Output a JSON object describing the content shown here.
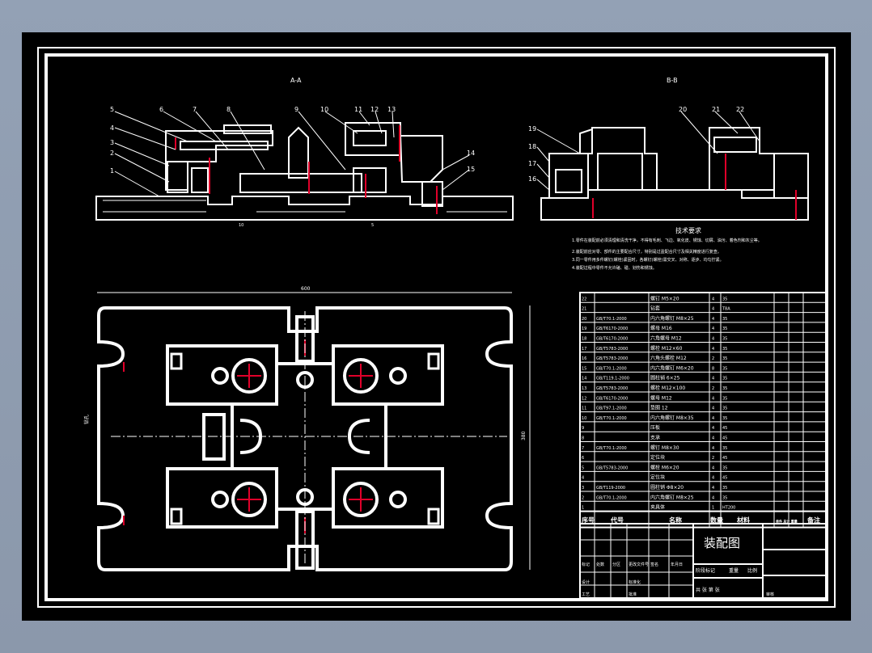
{
  "drawing": {
    "background": "#000000",
    "line_color": "#ffffff",
    "accent_red": "#e0002a",
    "views": {
      "section_a": {
        "label": "A-A"
      },
      "section_b": {
        "label": "B-B"
      }
    },
    "dimensions": {
      "top_width": "600",
      "right_height": "380",
      "left_label": "钻孔",
      "dim_small_1": "10",
      "dim_small_2": "5"
    },
    "callouts": [
      "1",
      "2",
      "3",
      "4",
      "5",
      "6",
      "7",
      "8",
      "9",
      "10",
      "11",
      "12",
      "13",
      "14",
      "15",
      "16",
      "17",
      "18",
      "19",
      "20",
      "21",
      "22"
    ],
    "tech_requirements": {
      "title": "技术要求",
      "lines": [
        "1.零件在装配前必须清理和清洗干净，不得有毛刺、飞边、氧化皮、锈蚀、切屑、油污、着色剂和灰尘等。",
        "2.装配前应对零、部件的主要配合尺寸，特别是过盈配合尺寸及相关精度进行复查。",
        "3.同一零件用多件螺钉(螺栓)紧固时，各螺钉(螺栓)需交叉、对称、逐步、均匀拧紧。",
        "4.装配过程中零件不允许磕、碰、划伤和锈蚀。"
      ]
    },
    "parts_rows": [
      {
        "no": "22",
        "code": "",
        "name": "螺钉 M5×20",
        "qty": "4",
        "mat": "35"
      },
      {
        "no": "21",
        "code": "",
        "name": "钻套",
        "qty": "4",
        "mat": "T8A"
      },
      {
        "no": "20",
        "code": "GB/T70.1-2000",
        "name": "内六角螺钉 M8×25",
        "qty": "4",
        "mat": "35"
      },
      {
        "no": "19",
        "code": "GB/T6170-2000",
        "name": "螺母 M16",
        "qty": "4",
        "mat": "35"
      },
      {
        "no": "18",
        "code": "GB/T6170-2000",
        "name": "六角螺母 M12",
        "qty": "4",
        "mat": "35"
      },
      {
        "no": "17",
        "code": "GB/T5783-2000",
        "name": "螺栓 M12×60",
        "qty": "4",
        "mat": "35"
      },
      {
        "no": "16",
        "code": "GB/T5783-2000",
        "name": "六角头螺栓 M12",
        "qty": "2",
        "mat": "35"
      },
      {
        "no": "15",
        "code": "GB/T70.1-2000",
        "name": "内六角螺钉 M6×20",
        "qty": "8",
        "mat": "35"
      },
      {
        "no": "14",
        "code": "GB/T119.1-2000",
        "name": "圆柱销 6×25",
        "qty": "4",
        "mat": "35"
      },
      {
        "no": "13",
        "code": "GB/T5783-2000",
        "name": "螺栓 M12×100",
        "qty": "2",
        "mat": "35"
      },
      {
        "no": "12",
        "code": "GB/T6170-2000",
        "name": "螺母 M12",
        "qty": "4",
        "mat": "35"
      },
      {
        "no": "11",
        "code": "GB/T97.1-2000",
        "name": "垫圈 12",
        "qty": "4",
        "mat": "35"
      },
      {
        "no": "10",
        "code": "GB/T70.1-2000",
        "name": "内六角螺钉 M8×35",
        "qty": "4",
        "mat": "35"
      },
      {
        "no": "9",
        "code": "",
        "name": "压板",
        "qty": "4",
        "mat": "45"
      },
      {
        "no": "8",
        "code": "",
        "name": "支承",
        "qty": "4",
        "mat": "45"
      },
      {
        "no": "7",
        "code": "GB/T70.1-2000",
        "name": "螺钉 M8×30",
        "qty": "4",
        "mat": "35"
      },
      {
        "no": "6",
        "code": "",
        "name": "定位块",
        "qty": "2",
        "mat": "45"
      },
      {
        "no": "5",
        "code": "GB/T5783-2000",
        "name": "螺栓 M6×20",
        "qty": "4",
        "mat": "35"
      },
      {
        "no": "4",
        "code": "",
        "name": "定位块",
        "qty": "4",
        "mat": "45"
      },
      {
        "no": "3",
        "code": "GB/T119-2000",
        "name": "圆柱销 Φ8×20",
        "qty": "4",
        "mat": "35"
      },
      {
        "no": "2",
        "code": "GB/T70.1-2000",
        "name": "内六角螺钉 M8×25",
        "qty": "4",
        "mat": "35"
      },
      {
        "no": "1",
        "code": "",
        "name": "夹具体",
        "qty": "1",
        "mat": "HT200"
      }
    ],
    "parts_header": {
      "no": "序号",
      "code": "代号",
      "name": "名称",
      "qty": "数量",
      "mat": "材料",
      "weight": "单件 总计 重量",
      "remark": "备注"
    },
    "title_block": {
      "title": "装配图",
      "stage_label": "阶段标记",
      "weight_label": "重量",
      "scale_label": "比例",
      "design_label": "设计",
      "check_label": "审核",
      "process_label": "工艺",
      "approve_label": "批准",
      "mark_label": "标记",
      "count_label": "处数",
      "zone_label": "分区",
      "doc_label": "更改文件号",
      "sign_label": "签名",
      "date_label": "年月日",
      "std_label": "标准化",
      "sheet_label": "共 张 第 张"
    }
  }
}
